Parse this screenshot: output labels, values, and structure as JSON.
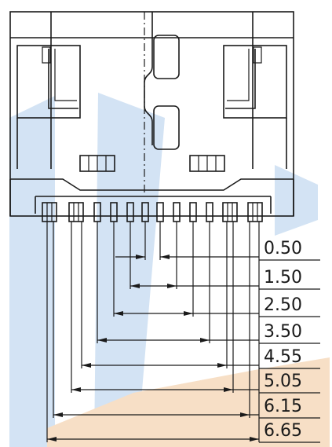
{
  "drawing": {
    "name": "connector-pin-pitch-drawing",
    "watermark_colors": {
      "blue": "#cfe0f2",
      "orange": "#f6dcc0"
    },
    "line_color": "#1a1a1a",
    "pin_count": 12,
    "dimensions": [
      {
        "label": "0.50"
      },
      {
        "label": "1.50"
      },
      {
        "label": "2.50"
      },
      {
        "label": "3.50"
      },
      {
        "label": "4.55"
      },
      {
        "label": "5.05"
      },
      {
        "label": "6.15"
      },
      {
        "label": "6.65"
      }
    ]
  }
}
